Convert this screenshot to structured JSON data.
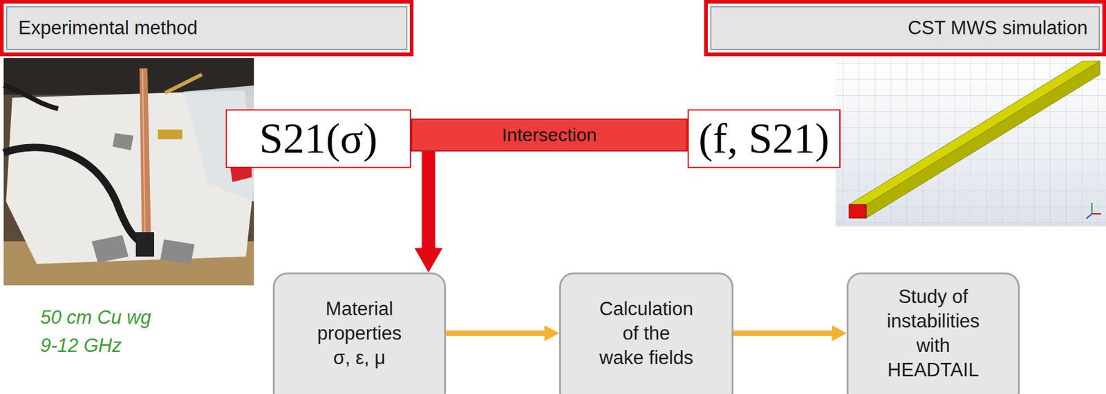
{
  "diagram": {
    "nodes": [
      {
        "text": [
          "Experimental method"
        ]
      },
      {
        "text": [
          "CST MWS simulation"
        ]
      },
      {
        "text": [
          "S21(σ)"
        ]
      },
      {
        "text": [
          "Intersection"
        ]
      },
      {
        "text": [
          "(f, S21)"
        ]
      },
      {
        "text": [
          "Material properties σ, ε, μ"
        ]
      },
      {
        "text": [
          "Calculation of the wake fields"
        ]
      },
      {
        "text": [
          "Study of instabilities with HEADTAIL"
        ]
      }
    ],
    "edges": [
      {
        "from": 3,
        "to": 5,
        "arrow": "to"
      },
      {
        "from": 5,
        "to": 6,
        "arrow": "to"
      },
      {
        "from": 6,
        "to": 7,
        "arrow": "to"
      }
    ],
    "labels": [
      "50 cm Cu wg",
      "9-12 GHz"
    ]
  }
}
